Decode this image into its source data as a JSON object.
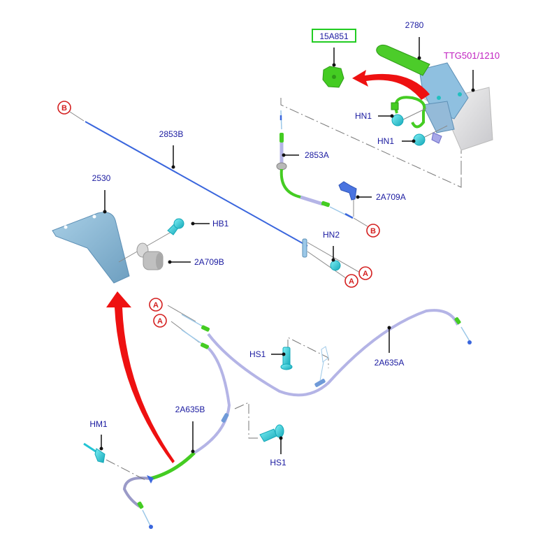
{
  "title": "Parking brake cable assembly exploded view",
  "colors": {
    "label": "#1a1aa0",
    "reference_label": "#c020c0",
    "reference_marker": "#d42020",
    "arrow": "#ee1111",
    "cable_blue": "#3a66dd",
    "sheath_lavender": "#b4b4e6",
    "part_green": "#44cc22",
    "fastener_cyan": "#22c4d4",
    "highlight_box": "#22cc22"
  },
  "labels": {
    "lever_assembly": "2780",
    "reference_code": "TTG501/1210",
    "lever_button": "15A851",
    "nut_upper": "HN1",
    "nut_lower": "HN1",
    "front_cable": "2853A",
    "clip_upper": "2A709A",
    "intermediate_cable": "2853B",
    "bracket": "2530",
    "bolt_bracket": "HB1",
    "clip_lower": "2A709B",
    "nut_equalizer": "HN2",
    "rear_cable_right": "2A635A",
    "bolt_upper": "HS1",
    "rear_cable_left": "2A635B",
    "rivet": "HM1",
    "bolt_lower": "HS1"
  },
  "connection_markers": {
    "b_left": "B",
    "b_right": "B",
    "a_equalizer_1": "A",
    "a_equalizer_2": "A",
    "a_rear_1": "A",
    "a_rear_2": "A"
  }
}
